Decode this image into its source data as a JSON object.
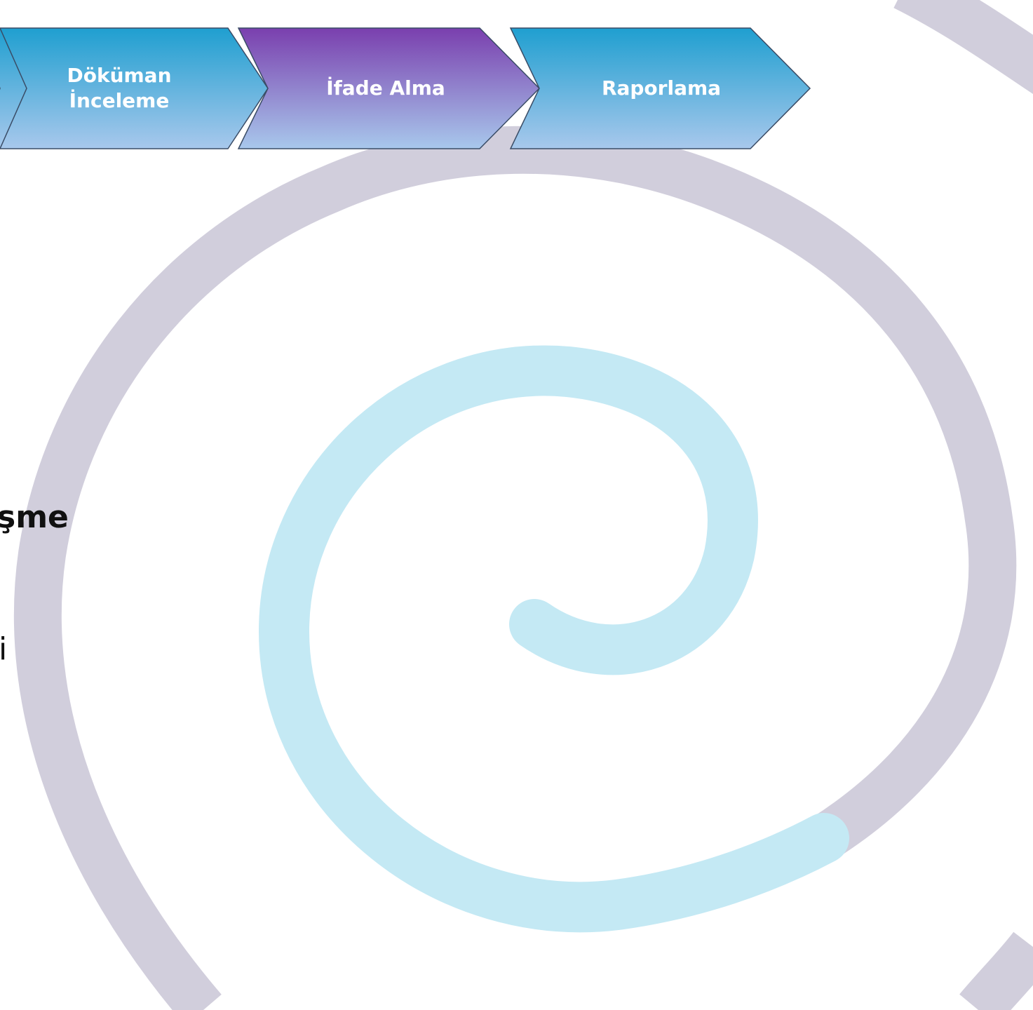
{
  "process_steps": [
    {
      "label": "Döküman\nİnceleme",
      "state": "inactive"
    },
    {
      "label": "İfade Alma",
      "state": "active"
    },
    {
      "label": "Raporlama",
      "state": "inactive"
    }
  ],
  "side_text": {
    "heading_fragment": "şme",
    "line_fragment": "i"
  },
  "colors": {
    "step_blue_top": "#1f9fd0",
    "step_blue_bottom": "#a8c8ec",
    "step_purple_top": "#7a3fae",
    "step_purple_bottom": "#a8c8ec",
    "spiral_outer": "#d1cedc",
    "spiral_inner": "#c4e9f4"
  }
}
